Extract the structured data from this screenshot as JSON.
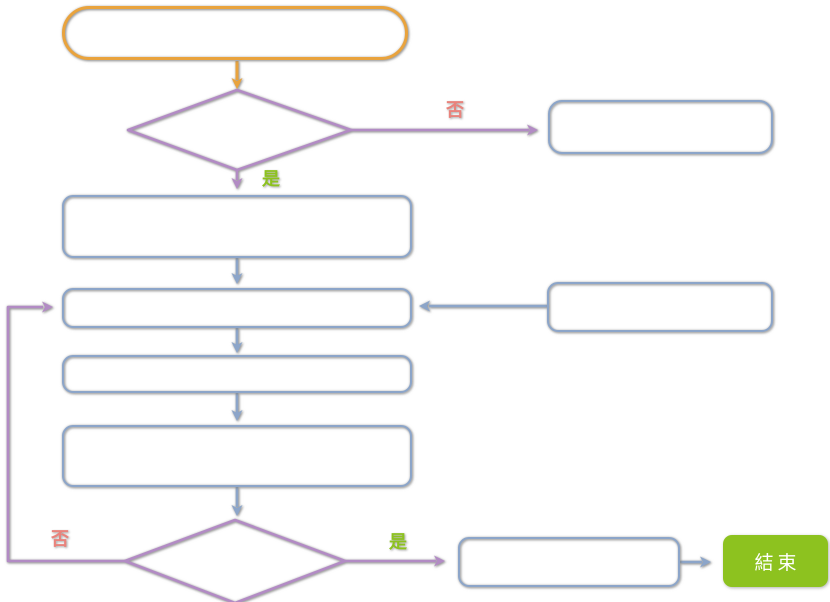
{
  "diagram": {
    "type": "flowchart",
    "direction": "top-down",
    "nodes": [
      {
        "id": "start",
        "shape": "stadium",
        "outline": "#E9A33D",
        "label": ""
      },
      {
        "id": "decision-1",
        "shape": "diamond",
        "outline": "#B28BC4",
        "label": ""
      },
      {
        "id": "side-1",
        "shape": "rounded-rect",
        "outline": "#8CA5C9",
        "label": ""
      },
      {
        "id": "process-1",
        "shape": "rounded-rect",
        "outline": "#8CA5C9",
        "label": ""
      },
      {
        "id": "process-2",
        "shape": "rounded-rect",
        "outline": "#8CA5C9",
        "label": ""
      },
      {
        "id": "side-2",
        "shape": "rounded-rect",
        "outline": "#8CA5C9",
        "label": ""
      },
      {
        "id": "process-3",
        "shape": "rounded-rect",
        "outline": "#8CA5C9",
        "label": ""
      },
      {
        "id": "process-4",
        "shape": "rounded-rect",
        "outline": "#8CA5C9",
        "label": ""
      },
      {
        "id": "decision-2",
        "shape": "diamond",
        "outline": "#B28BC4",
        "label": ""
      },
      {
        "id": "pre-end",
        "shape": "rounded-rect",
        "outline": "#8CA5C9",
        "label": ""
      },
      {
        "id": "end",
        "shape": "rounded-rect-filled",
        "fill": "#8DC21F",
        "label": "結束"
      }
    ],
    "edge_labels": {
      "decision1_no": "否",
      "decision1_yes": "是",
      "decision2_no": "否",
      "decision2_yes": "是"
    },
    "end_node_label": "結束",
    "edges": [
      "start -> decision-1",
      "decision-1 -否-> side-1",
      "decision-1 -是-> process-1",
      "process-1 -> process-2",
      "side-2 -> process-2",
      "process-2 -> process-3",
      "process-3 -> process-4",
      "process-4 -> decision-2",
      "decision-2 -否-> process-2 (loop left)",
      "decision-2 -是-> pre-end",
      "pre-end -> end"
    ],
    "colors": {
      "start_outline": "#E9A33D",
      "decision_outline": "#B28BC4",
      "process_outline": "#8CA5C9",
      "connector_purple": "#B28BC4",
      "connector_blue": "#8CA5C9",
      "connector_orange": "#E9A33D",
      "label_no": "#E9837C",
      "label_yes": "#8DC21F",
      "end_fill": "#8DC21F",
      "end_text": "#FFFFFF",
      "background": "#FFFFFF"
    }
  }
}
